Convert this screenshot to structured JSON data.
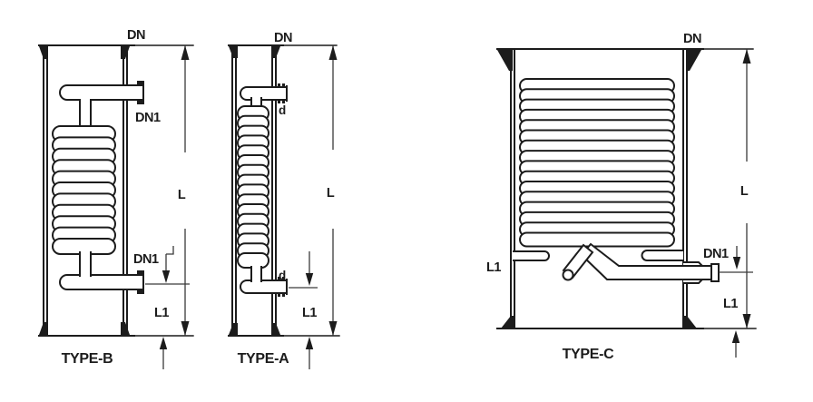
{
  "diagram": {
    "type": "technical-line-drawing",
    "subject": "Coil condenser glass vessel types with dimension callouts",
    "colors": {
      "line": "#1c1c1c",
      "dimension_line": "#3a3a3a",
      "text": "#1c1c1c",
      "background": "#ffffff"
    },
    "figures": [
      {
        "caption": "TYPE-B",
        "labels": {
          "dn": "DN",
          "dn1_top": "DN1",
          "dn1_bottom": "DN1",
          "l": "L",
          "l1": "L1"
        }
      },
      {
        "caption": "TYPE-A",
        "labels": {
          "dn": "DN",
          "d_top": "d",
          "d_bottom": "d",
          "l": "L",
          "l1": "L1"
        }
      },
      {
        "caption": "TYPE-C",
        "labels": {
          "dn": "DN",
          "dn1": "DN1",
          "l1_left": "L1",
          "l": "L",
          "l1_right": "L1"
        }
      }
    ]
  }
}
